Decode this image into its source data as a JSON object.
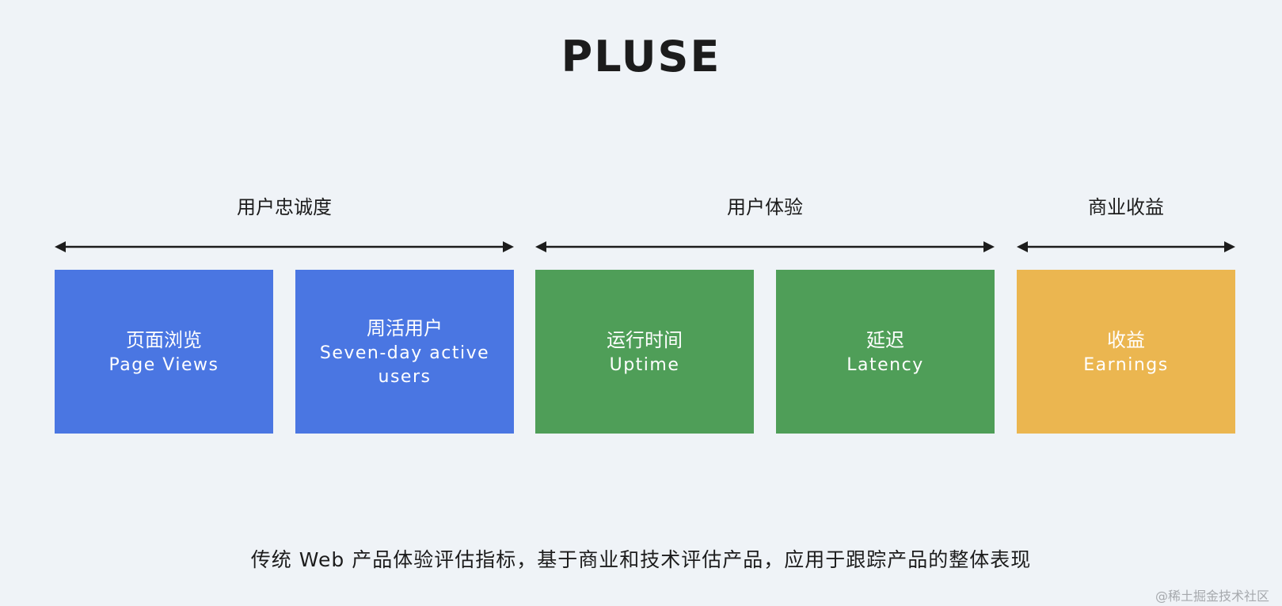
{
  "title": "PLUSE",
  "groups": [
    {
      "label": "用户忠诚度"
    },
    {
      "label": "用户体验"
    },
    {
      "label": "商业收益"
    }
  ],
  "boxes": [
    {
      "zh": "页面浏览",
      "en": "Page Views",
      "color": "#4a76e2"
    },
    {
      "zh": "周活用户",
      "en": "Seven-day active users",
      "color": "#4a76e2"
    },
    {
      "zh": "运行时间",
      "en": "Uptime",
      "color": "#4f9e58"
    },
    {
      "zh": "延迟",
      "en": "Latency",
      "color": "#4f9e58"
    },
    {
      "zh": "收益",
      "en": "Earnings",
      "color": "#ebb650"
    }
  ],
  "footer": "传统 Web 产品体验评估指标，基于商业和技术评估产品，应用于跟踪产品的整体表现",
  "watermark": "@稀土掘金技术社区"
}
